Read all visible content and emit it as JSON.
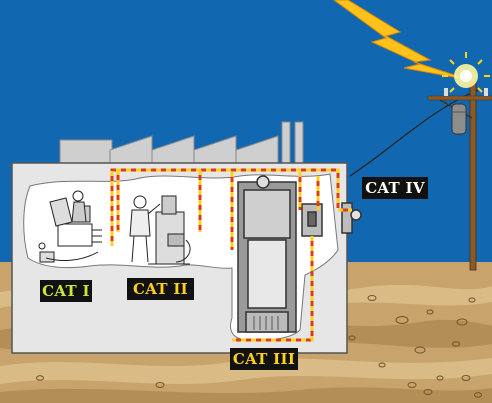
{
  "labels": {
    "cat1": "CAT I",
    "cat2": "CAT II",
    "cat3": "CAT III",
    "cat4": "CAT IV"
  },
  "colors": {
    "sky": "#1268b0",
    "ground": "#c8a36b",
    "building": "#e6e6e6",
    "wiring_red": "#e03a1e",
    "wiring_yellow": "#ffd21a",
    "label_bg": "#111111",
    "label_text_yellow_green": "#c9e83a",
    "label_text_white": "#ffffff",
    "lightning": "#ffc21a"
  }
}
